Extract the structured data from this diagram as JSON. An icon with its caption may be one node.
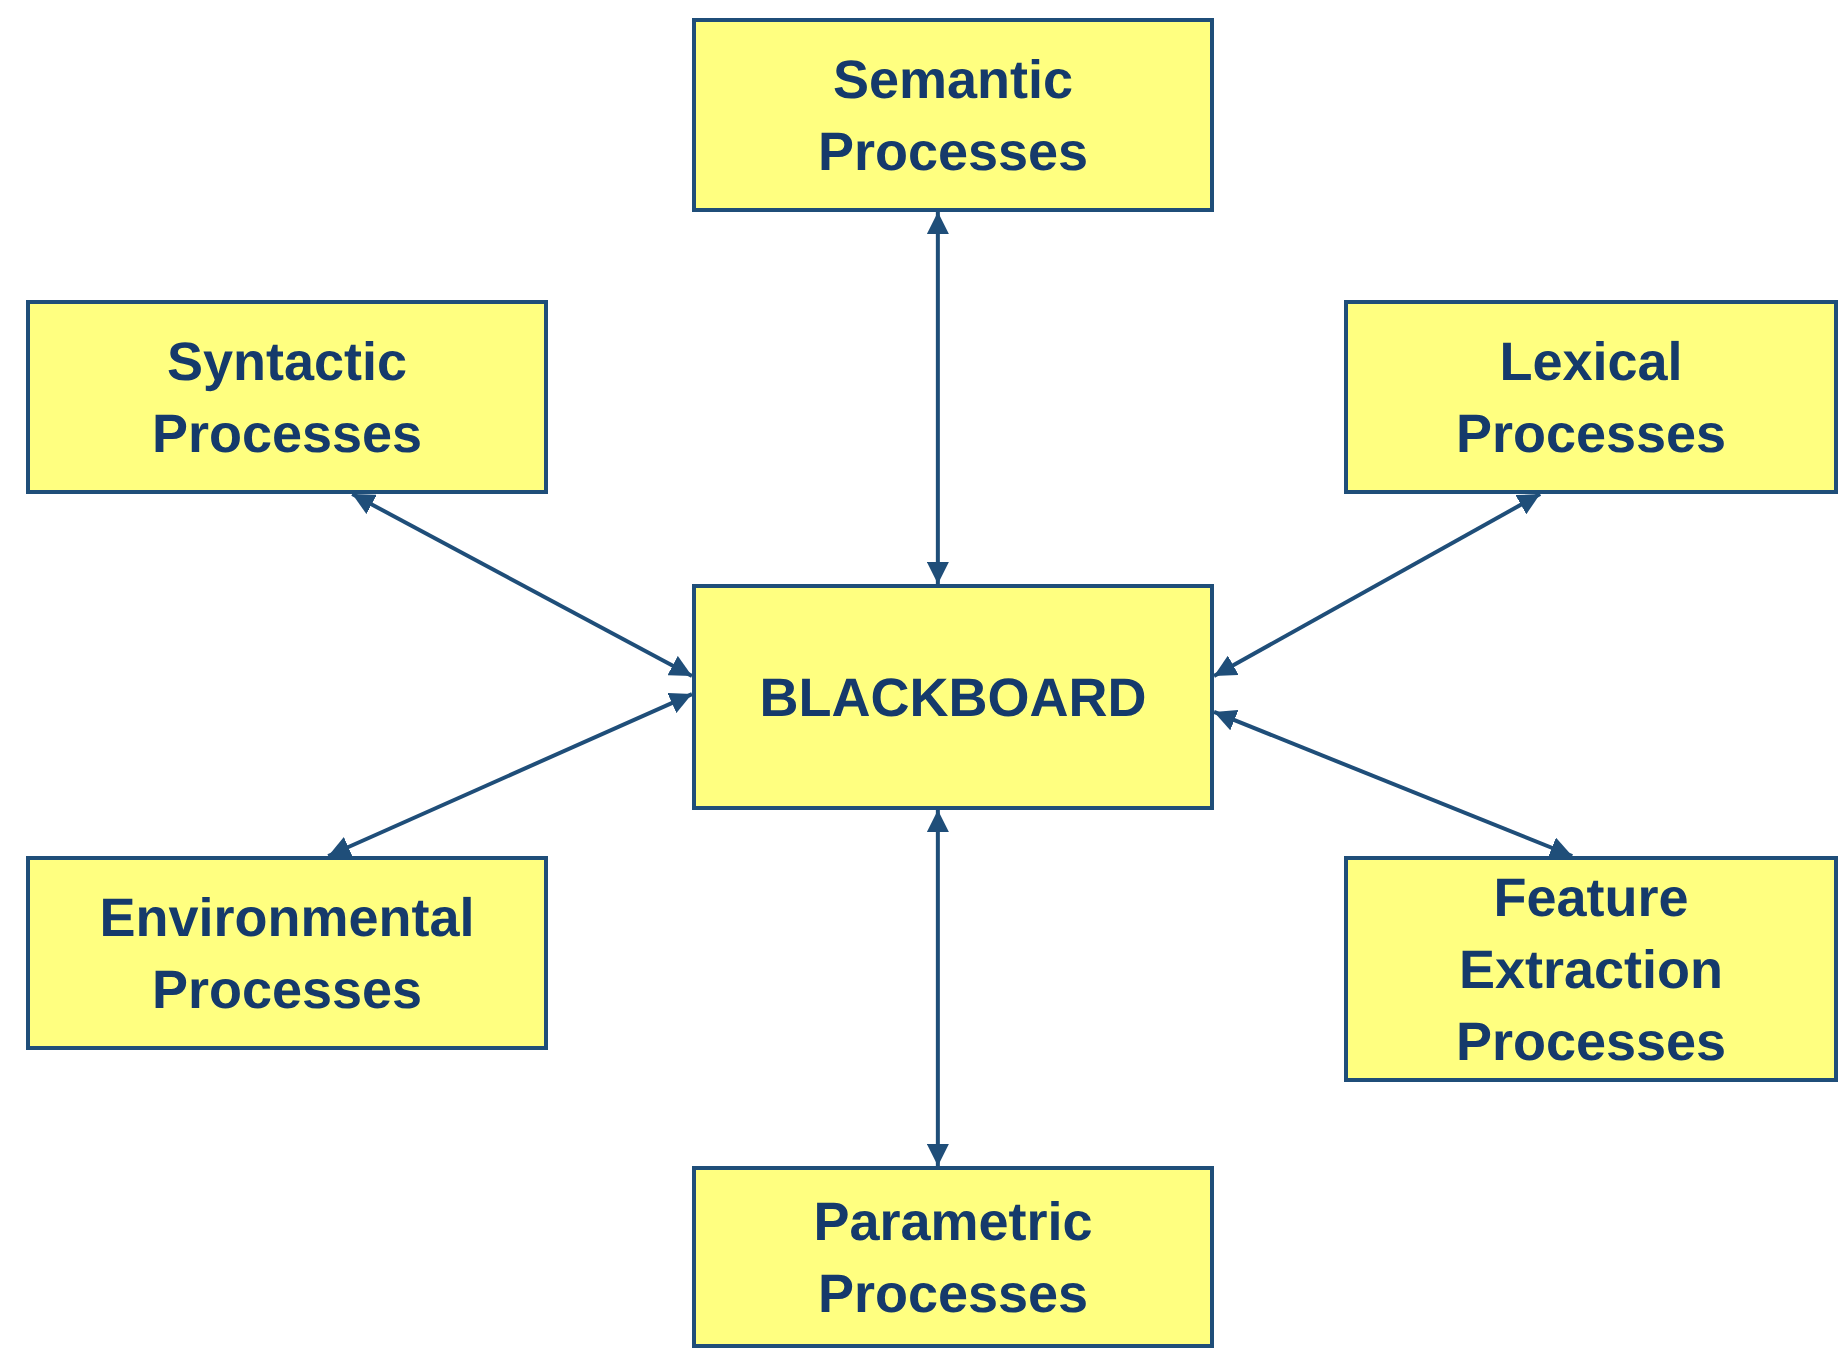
{
  "diagram": {
    "nodes": [
      {
        "text": [
          "Semantic Processes"
        ]
      },
      {
        "text": [
          "Syntactic Processes"
        ]
      },
      {
        "text": [
          "Lexical Processes"
        ]
      },
      {
        "text": [
          "BLACKBOARD"
        ]
      },
      {
        "text": [
          "Environmental Processes"
        ]
      },
      {
        "text": [
          "Feature Extraction Processes"
        ]
      },
      {
        "text": [
          "Parametric Processes"
        ]
      }
    ],
    "edges": [
      {
        "from": 3,
        "to": 0,
        "arrow": "both"
      },
      {
        "from": 3,
        "to": 1,
        "arrow": "both"
      },
      {
        "from": 3,
        "to": 2,
        "arrow": "both"
      },
      {
        "from": 3,
        "to": 4,
        "arrow": "both"
      },
      {
        "from": 3,
        "to": 5,
        "arrow": "both"
      },
      {
        "from": 3,
        "to": 6,
        "arrow": "both"
      }
    ]
  }
}
